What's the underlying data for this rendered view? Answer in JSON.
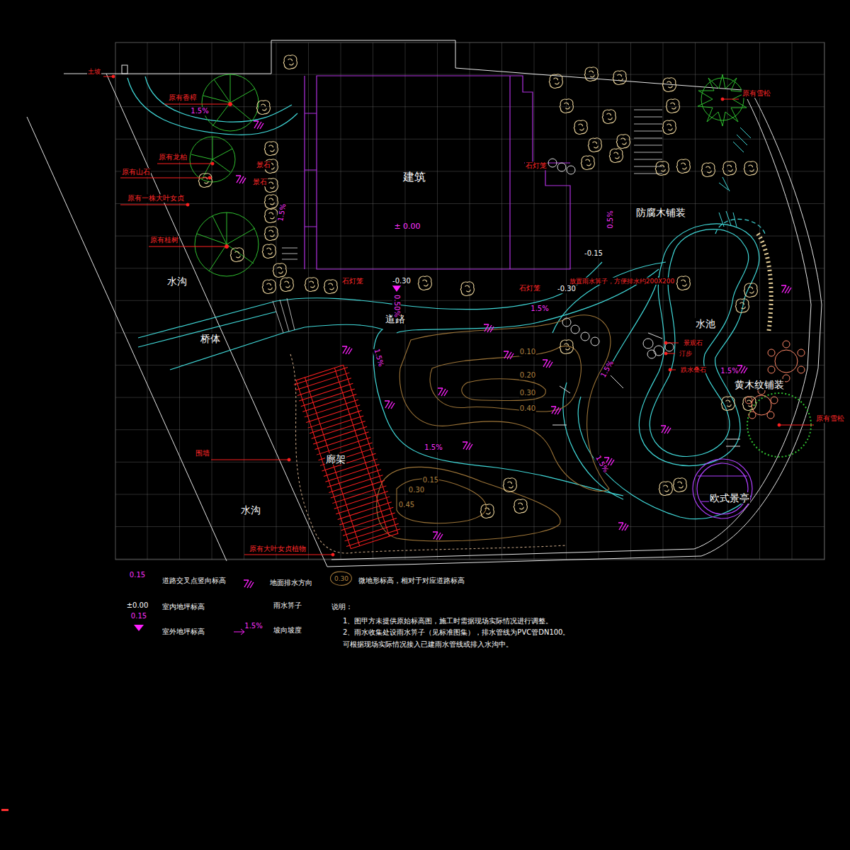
{
  "diagram": {
    "nodes": [
      {
        "text": [
          "建筑",
          "± 0.00"
        ]
      }
    ],
    "labels": [
      "土坡",
      "原有香樟",
      "原有龙柏",
      "原有山石",
      "原有一株大叶女贞",
      "原有桂树",
      "景石",
      "景石",
      "石灯笼",
      "石灯笼",
      "石灯笼",
      "放置雨水箅子，方便排水约200X200",
      "原有雪松",
      "原有雪松",
      "景观石",
      "汀步",
      "跌水叠石",
      "围墙",
      "原有大叶女贞植物",
      "水沟",
      "桥体",
      "道路",
      "防腐木铺装",
      "水池",
      "黄木纹铺装",
      "廊架",
      "欧式景亭",
      "水沟",
      "1.5%",
      "1.5%",
      "0.5%",
      "-0.15",
      "-0.30",
      "0.50%",
      "-0.30",
      "1.5%",
      "1.5%",
      "1.5%",
      "1.5%",
      "1.5%",
      "1.5%",
      "0.10",
      "0.20",
      "0.30",
      "0.40",
      "0.15",
      "0.30",
      "0.45",
      "0.15",
      "±0.00",
      "0.15",
      "1.5%",
      "0.30",
      "说明：",
      "1、图甲方未提供原始标高图，施工时需据现场实际情况进行调整。",
      "2、雨水收集处设雨水箅子（见标准图集），排水管线为PVC管DN100。",
      "可根据现场实际情况接入已建雨水管线或排入水沟中。"
    ],
    "legend": [
      {
        "text": "道路交叉点竖向标高"
      },
      {
        "text": "室内地坪标高"
      },
      {
        "text": "室外地坪标高"
      },
      {
        "text": "地面排水方向"
      },
      {
        "text": "雨水箅子"
      },
      {
        "text": "坡向坡度"
      },
      {
        "text": "微地形标高，相对于对应道路标高"
      }
    ]
  }
}
